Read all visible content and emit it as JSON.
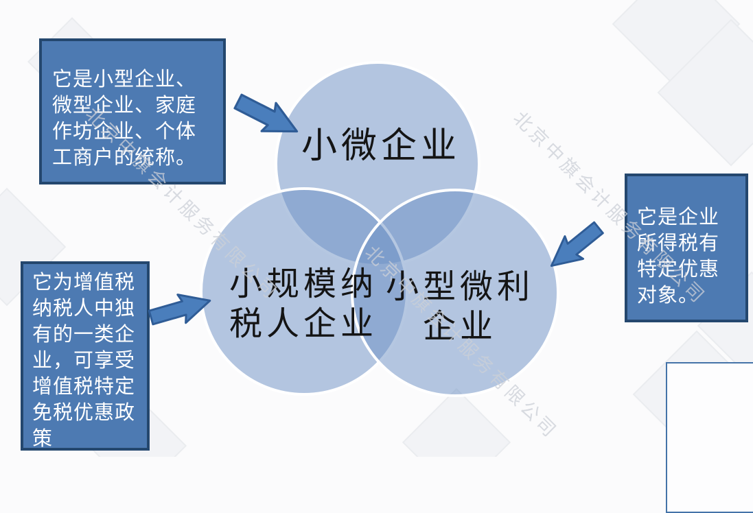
{
  "slide": {
    "circles": {
      "top": {
        "label": "小微企业"
      },
      "bottom_left": {
        "label": "小规模纳税人企业"
      },
      "bottom_right": {
        "label": "小型微利企业"
      }
    },
    "callouts": {
      "top_left": {
        "text": "它是小型企业、微型企业、家庭作坊企业、个体工商户的统称。"
      },
      "right": {
        "text": "它是企业所得税有特定优惠对象。"
      },
      "bottom_left": {
        "text": "它为增值税纳税人中独有的一类企业，可享受增值税特定免税优惠政策"
      }
    },
    "watermark": {
      "text": "北京中旗会计服务有限公司"
    },
    "colors": {
      "circle_fill": "#6b90c3",
      "circle_stroke": "#ffffff",
      "callout_fill": "#4d7ab2",
      "callout_border": "#24476e",
      "callout_text": "#ffffff",
      "arrow_fill": "#4a7ebc",
      "arrow_border": "#2f5c96",
      "label_text": "#141414",
      "watermark_gray": "#cbcfd7",
      "placeholder_border": "#4473a8",
      "background": "#fbfbfc"
    }
  }
}
